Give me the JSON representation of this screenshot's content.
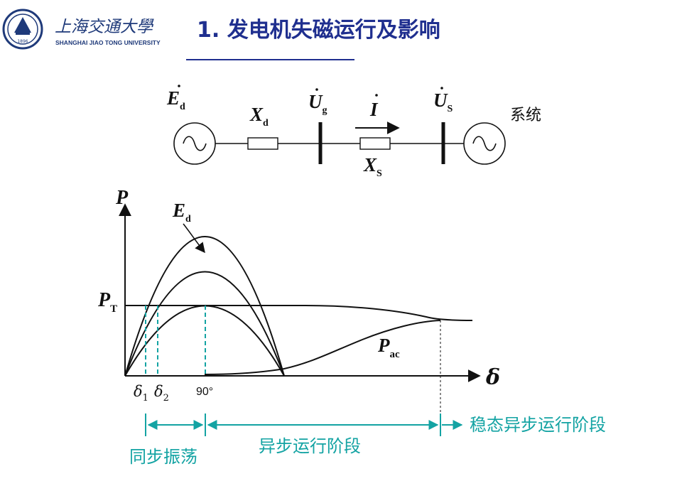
{
  "header": {
    "university_cn": "上海交通大學",
    "university_en": "SHANGHAI JIAO TONG UNIVERSITY",
    "seal_year": "1896",
    "title": "1. 发电机失磁运行及影响"
  },
  "circuit": {
    "ed": "E",
    "ed_sub": "d",
    "xd": "X",
    "xd_sub": "d",
    "ug": "U",
    "ug_sub": "g",
    "current": "I",
    "xs": "X",
    "xs_sub": "S",
    "us": "U",
    "us_sub": "S",
    "system": "系统"
  },
  "plot": {
    "p_axis": "P",
    "delta_axis": "δ",
    "ed_curve": "E",
    "ed_sub": "d",
    "pt": "P",
    "pt_sub": "T",
    "pac": "P",
    "pac_sub": "ac",
    "delta1": "δ",
    "delta1_sub": "1",
    "delta2": "δ",
    "delta2_sub": "2",
    "ninety": "90°"
  },
  "stages": {
    "sync_oscillation": "同步振荡",
    "async_operation": "异步运行阶段",
    "steady_async": "稳态异步运行阶段"
  },
  "colors": {
    "accent": "#13a3a3",
    "title": "#1f2f8f",
    "ink": "#111111"
  }
}
